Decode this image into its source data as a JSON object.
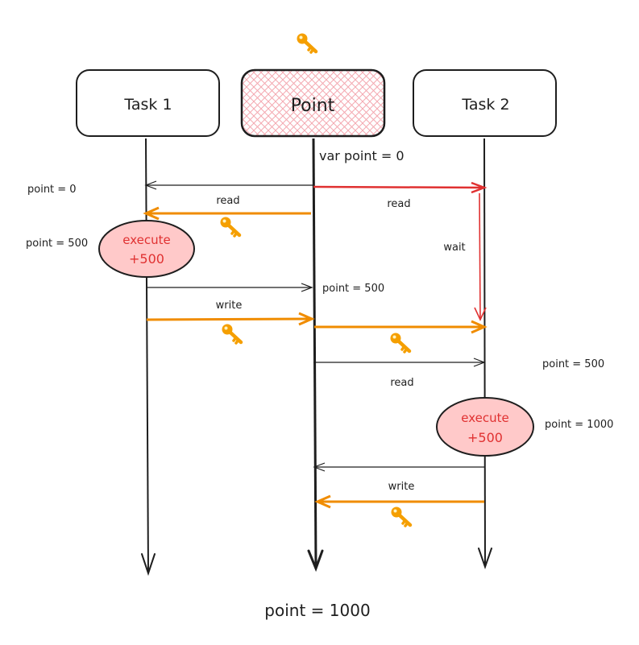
{
  "participants": {
    "task1": "Task 1",
    "point": "Point",
    "task2": "Task 2"
  },
  "annotations": {
    "init": "var point = 0",
    "t1_point0": "point = 0",
    "t1_point500": "point = 500",
    "mid_point500": "point = 500",
    "t2_point500": "point = 500",
    "t2_point1000": "point = 1000"
  },
  "messages": {
    "read1": "read",
    "read2": "read",
    "wait": "wait",
    "write1": "write",
    "read3": "read",
    "write2": "write"
  },
  "actions": {
    "exec1_line1": "execute",
    "exec1_line2": "+500",
    "exec2_line1": "execute",
    "exec2_line2": "+500"
  },
  "footer": {
    "result": "point = 1000"
  },
  "colors": {
    "stroke": "#1e1e1e",
    "lock_arrow": "#f08c00",
    "red_arrow": "#e03131",
    "hatch": "#f4a9b1",
    "exec_fill": "#ffc9c9",
    "key": "#f59f00"
  },
  "icons": [
    "key-icon"
  ]
}
